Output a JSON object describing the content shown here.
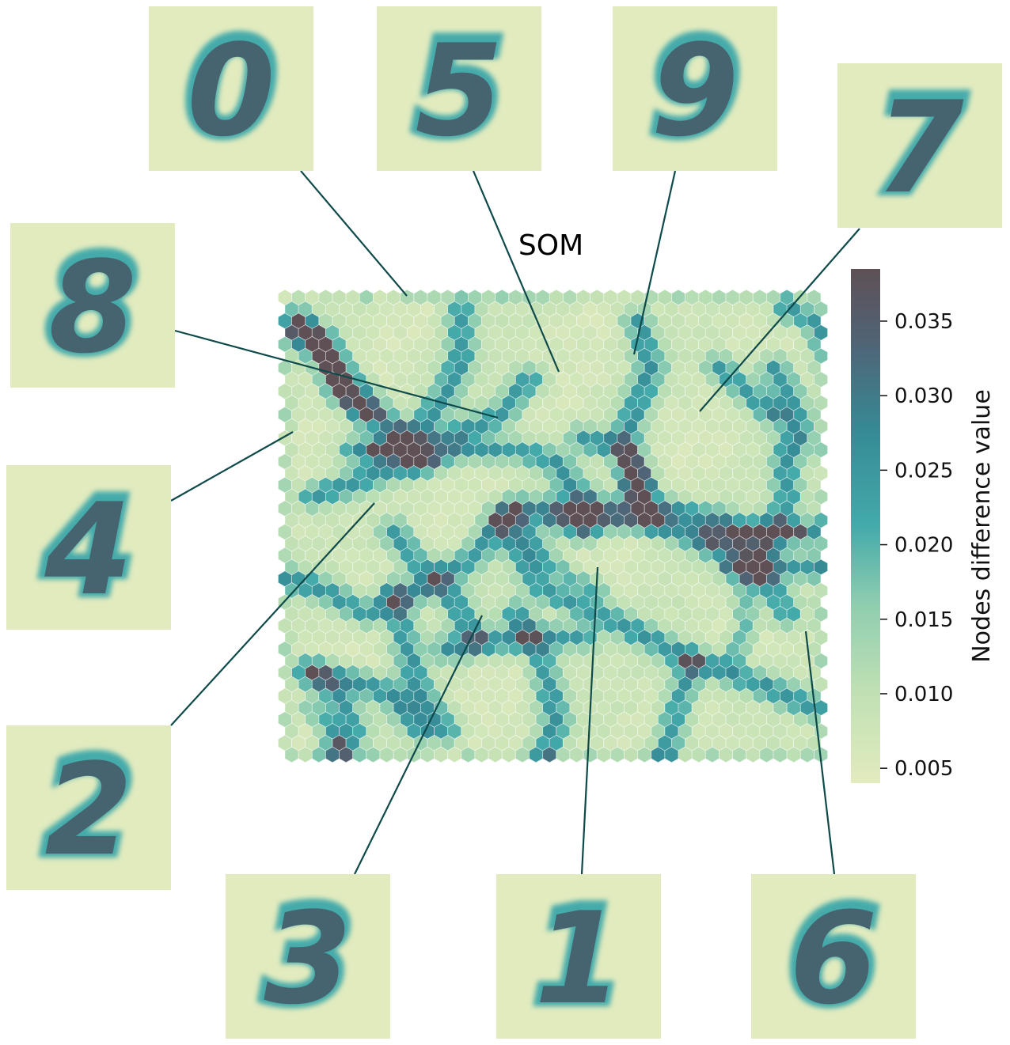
{
  "chart_data": {
    "type": "heatmap",
    "title": "SOM",
    "grid": "hexagonal",
    "grid_cols": 40,
    "grid_rows": 40,
    "colorbar": {
      "label": "Nodes difference value",
      "range": [
        0.004,
        0.0385
      ],
      "ticks": [
        0.005,
        0.01,
        0.015,
        0.02,
        0.025,
        0.03,
        0.035
      ],
      "tick_labels": [
        "0.005",
        "0.010",
        "0.015",
        "0.020",
        "0.025",
        "0.030",
        "0.035"
      ]
    },
    "colors": [
      "#e2ebbe",
      "#bfe0b4",
      "#8ecdb0",
      "#44aaaa",
      "#368b96",
      "#4f6577",
      "#5e5055"
    ],
    "cluster_prototypes": [
      {
        "label": "0"
      },
      {
        "label": "5"
      },
      {
        "label": "9"
      },
      {
        "label": "7"
      },
      {
        "label": "8"
      },
      {
        "label": "4"
      },
      {
        "label": "2"
      },
      {
        "label": "3"
      },
      {
        "label": "1"
      },
      {
        "label": "6"
      }
    ],
    "boundary_paths": [
      [
        [
          0.5,
          3
        ],
        [
          4,
          6
        ],
        [
          7,
          10
        ],
        [
          10,
          14
        ]
      ],
      [
        [
          1,
          2
        ],
        [
          3,
          4
        ],
        [
          4,
          8
        ],
        [
          6,
          10
        ]
      ],
      [
        [
          5,
          13
        ],
        [
          8,
          13
        ],
        [
          12,
          12
        ],
        [
          16,
          10
        ],
        [
          18,
          7
        ]
      ],
      [
        [
          13,
          1
        ],
        [
          13,
          5
        ],
        [
          12,
          8
        ],
        [
          10,
          11
        ],
        [
          7,
          13
        ]
      ],
      [
        [
          2,
          17
        ],
        [
          7,
          15
        ],
        [
          13,
          13
        ],
        [
          17,
          13
        ],
        [
          20,
          14
        ],
        [
          21,
          16
        ],
        [
          22,
          17
        ],
        [
          22,
          20
        ]
      ],
      [
        [
          0,
          24
        ],
        [
          3,
          25
        ],
        [
          6,
          27
        ],
        [
          10,
          25
        ],
        [
          14,
          22
        ],
        [
          16,
          19
        ]
      ],
      [
        [
          16,
          19
        ],
        [
          19,
          25
        ],
        [
          25,
          28
        ],
        [
          30,
          31
        ],
        [
          35,
          33
        ],
        [
          39,
          35
        ]
      ],
      [
        [
          17,
          18
        ],
        [
          23,
          18
        ],
        [
          28,
          18
        ],
        [
          32,
          19
        ],
        [
          35,
          23
        ],
        [
          37,
          27
        ]
      ],
      [
        [
          20,
          19
        ],
        [
          27,
          19
        ],
        [
          31,
          21
        ]
      ],
      [
        [
          33,
          20
        ],
        [
          37,
          20
        ],
        [
          40,
          20
        ]
      ],
      [
        [
          33,
          23
        ],
        [
          37,
          23
        ],
        [
          40,
          23
        ]
      ],
      [
        [
          35,
          23
        ],
        [
          36,
          20
        ],
        [
          37,
          17
        ],
        [
          37,
          13
        ]
      ],
      [
        [
          26,
          2
        ],
        [
          27,
          6
        ],
        [
          25,
          12
        ],
        [
          26,
          16
        ]
      ],
      [
        [
          22,
          12
        ],
        [
          25,
          13
        ],
        [
          26,
          16
        ]
      ],
      [
        [
          26,
          16
        ],
        [
          27,
          19
        ]
      ],
      [
        [
          2,
          32
        ],
        [
          4,
          34
        ],
        [
          5,
          37
        ],
        [
          3,
          40
        ]
      ],
      [
        [
          8,
          20
        ],
        [
          10,
          23
        ],
        [
          12,
          25
        ],
        [
          14,
          29
        ]
      ],
      [
        [
          2,
          32
        ],
        [
          6,
          33
        ],
        [
          8,
          34
        ],
        [
          10,
          37
        ]
      ],
      [
        [
          8,
          25
        ],
        [
          9,
          30
        ],
        [
          10,
          34
        ],
        [
          12,
          37
        ]
      ],
      [
        [
          17,
          27
        ],
        [
          19,
          31
        ],
        [
          20,
          36
        ],
        [
          19,
          40
        ]
      ],
      [
        [
          30,
          31
        ],
        [
          29,
          35
        ],
        [
          28,
          39
        ]
      ],
      [
        [
          12,
          30
        ],
        [
          18,
          29
        ],
        [
          22,
          29
        ]
      ],
      [
        [
          37,
          1
        ],
        [
          39,
          2
        ],
        [
          40,
          4
        ]
      ],
      [
        [
          36,
          6
        ],
        [
          37,
          8
        ],
        [
          38,
          12
        ]
      ],
      [
        [
          32,
          6
        ],
        [
          34,
          8
        ],
        [
          36,
          10
        ]
      ]
    ],
    "strong_paths": [
      [
        [
          1,
          2
        ],
        [
          3,
          4
        ],
        [
          4,
          8
        ],
        [
          6,
          10
        ]
      ],
      [
        [
          17,
          18
        ],
        [
          19,
          22
        ],
        [
          21,
          24
        ],
        [
          23,
          25
        ]
      ],
      [
        [
          31,
          20
        ],
        [
          34,
          24
        ],
        [
          34,
          28
        ],
        [
          33,
          31
        ]
      ],
      [
        [
          2,
          35
        ],
        [
          4,
          38
        ],
        [
          5,
          40
        ]
      ],
      [
        [
          34,
          20
        ],
        [
          38,
          20
        ]
      ]
    ]
  }
}
